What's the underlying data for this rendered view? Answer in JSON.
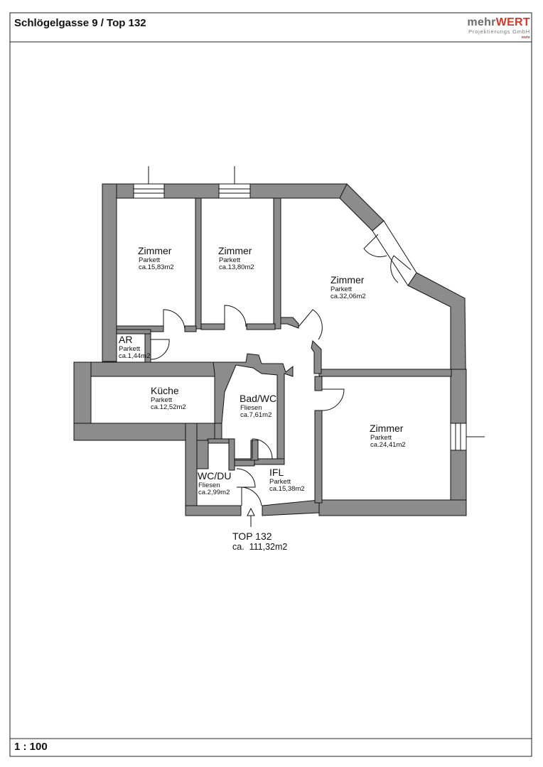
{
  "header": {
    "title": "Schlögelgasse 9 / Top 132",
    "logo_part1": "mehr",
    "logo_part2": "WERT",
    "logo_sub": "Projektierungs GmbH",
    "logo_seal": "mehr"
  },
  "footer": {
    "scale": "1 : 100"
  },
  "rooms": [
    {
      "name": "Zimmer",
      "floor": "Parkett",
      "area": "ca.15,83m2"
    },
    {
      "name": "Zimmer",
      "floor": "Parkett",
      "area": "ca.13,80m2"
    },
    {
      "name": "Zimmer",
      "floor": "Parkett",
      "area": "ca.32,06m2"
    },
    {
      "name": "AR",
      "floor": "Parkett",
      "area": "ca.1,44m2"
    },
    {
      "name": "Küche",
      "floor": "Parkett",
      "area": "ca.12,52m2"
    },
    {
      "name": "Bad/WC",
      "floor": "Fliesen",
      "area": "ca.7,61m2"
    },
    {
      "name": "Zimmer",
      "floor": "Parkett",
      "area": "ca.24,41m2"
    },
    {
      "name": "WC/DU",
      "floor": "Fliesen",
      "area": "ca.2,99m2"
    },
    {
      "name": "IFL",
      "floor": "Parkett",
      "area": "ca.15,38m2"
    }
  ],
  "unit": {
    "name": "TOP 132",
    "area": "ca.  111,32m2"
  },
  "colors": {
    "wall": "#8c8c8c",
    "line": "#111111",
    "frame": "#222222"
  }
}
